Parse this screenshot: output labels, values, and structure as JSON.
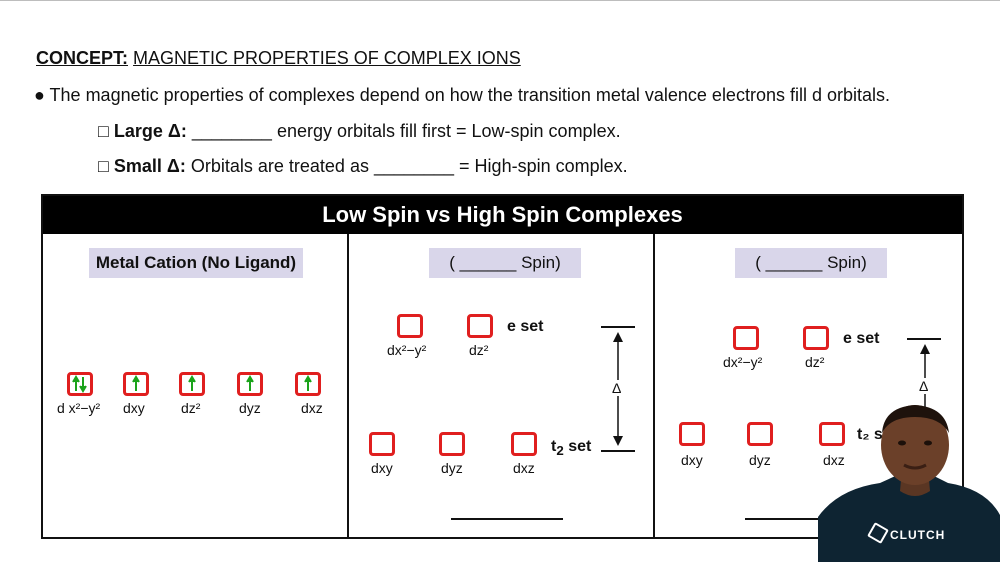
{
  "heading": {
    "label": "CONCEPT:",
    "title": "MAGNETIC PROPERTIES OF COMPLEX IONS"
  },
  "bullet": "● The magnetic properties of complexes depend on how the transition metal valence electrons fill d orbitals.",
  "items": [
    {
      "box": "□",
      "label": "Large Δ:",
      "text": "________ energy orbitals fill first = Low-spin complex."
    },
    {
      "box": "□",
      "label": "Small Δ:",
      "text": "Orbitals are treated as ________ = High-spin complex."
    }
  ],
  "panel": {
    "title": "Low Spin vs High Spin Complexes",
    "col1_tag": "Metal Cation (No Ligand)",
    "col2_tag": "( ______ Spin)",
    "col3_tag": "( ______ Spin)",
    "e_set": "e set",
    "t2_set_main": "t",
    "t2_set_sub": "2",
    "t2_set_suffix": " set",
    "t2_partial": "t₂ s",
    "delta": "Δ"
  },
  "orbitals_col1": [
    "d x²−y²",
    "dxy",
    "dz²",
    "dyz",
    "dxz"
  ],
  "orbitals_e": [
    "dx²−y²",
    "dz²"
  ],
  "orbitals_t2": [
    "dxy",
    "dyz",
    "dxz"
  ],
  "electron_color": "#1aa31a",
  "orbital_border_color": "#e01f1f",
  "logo_text": "CLUTCH"
}
